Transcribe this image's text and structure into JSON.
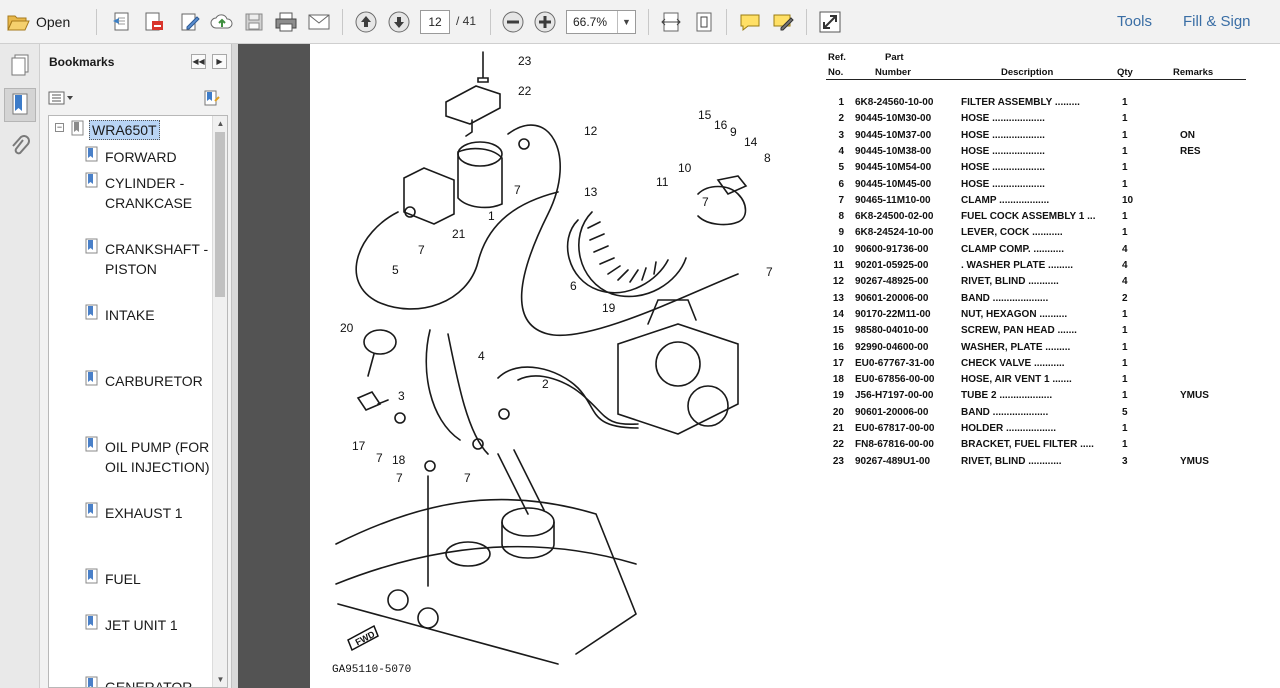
{
  "toolbar": {
    "open_label": "Open",
    "page_current": "12",
    "page_total": "/ 41",
    "zoom": "66.7%",
    "tools_label": "Tools",
    "fill_sign_label": "Fill & Sign",
    "accent_color": "#3a6ea5"
  },
  "bookmarks": {
    "title": "Bookmarks",
    "root": "WRA650T",
    "items": [
      "FORWARD",
      "CYLINDER - CRANKCASE",
      "CRANKSHAFT - PISTON",
      "INTAKE",
      "CARBURETOR",
      "OIL PUMP (FOR OIL INJECTION)",
      "EXHAUST 1",
      "FUEL",
      "JET UNIT 1",
      "GENERATOR"
    ]
  },
  "diagram": {
    "code": "GA95110-5070",
    "fwd_label": "FWD",
    "callouts": [
      "23",
      "22",
      "12",
      "15",
      "16",
      "9",
      "14",
      "8",
      "10",
      "11",
      "13",
      "7",
      "7",
      "7",
      "7",
      "21",
      "5",
      "6",
      "19",
      "20",
      "4",
      "2",
      "3",
      "17",
      "18",
      "7",
      "7",
      "7",
      "1"
    ]
  },
  "parts_table": {
    "headers": {
      "ref_top": "Ref.",
      "ref_bottom": "No.",
      "part_top": "Part",
      "part_bottom": "Number",
      "description": "Description",
      "qty": "Qty",
      "remarks": "Remarks"
    },
    "rows": [
      {
        "ref": "1",
        "number": "6K8-24560-10-00",
        "description": "FILTER ASSEMBLY .........",
        "qty": "1",
        "remarks": ""
      },
      {
        "ref": "2",
        "number": "90445-10M30-00",
        "description": "HOSE ...................",
        "qty": "1",
        "remarks": ""
      },
      {
        "ref": "3",
        "number": "90445-10M37-00",
        "description": "HOSE ...................",
        "qty": "1",
        "remarks": "ON"
      },
      {
        "ref": "4",
        "number": "90445-10M38-00",
        "description": "HOSE ...................",
        "qty": "1",
        "remarks": "RES"
      },
      {
        "ref": "5",
        "number": "90445-10M54-00",
        "description": "HOSE ...................",
        "qty": "1",
        "remarks": ""
      },
      {
        "ref": "6",
        "number": "90445-10M45-00",
        "description": "HOSE ...................",
        "qty": "1",
        "remarks": ""
      },
      {
        "ref": "7",
        "number": "90465-11M10-00",
        "description": "CLAMP ..................",
        "qty": "10",
        "remarks": ""
      },
      {
        "ref": "8",
        "number": "6K8-24500-02-00",
        "description": "FUEL COCK ASSEMBLY 1 ...",
        "qty": "1",
        "remarks": ""
      },
      {
        "ref": "9",
        "number": "6K8-24524-10-00",
        "description": "LEVER, COCK ...........",
        "qty": "1",
        "remarks": ""
      },
      {
        "ref": "10",
        "number": "90600-91736-00",
        "description": "CLAMP COMP. ...........",
        "qty": "4",
        "remarks": ""
      },
      {
        "ref": "11",
        "number": "90201-05925-00",
        "description": ". WASHER PLATE .........",
        "qty": "4",
        "remarks": ""
      },
      {
        "ref": "12",
        "number": "90267-48925-00",
        "description": "RIVET, BLIND ...........",
        "qty": "4",
        "remarks": ""
      },
      {
        "ref": "13",
        "number": "90601-20006-00",
        "description": "BAND ....................",
        "qty": "2",
        "remarks": ""
      },
      {
        "ref": "14",
        "number": "90170-22M11-00",
        "description": "NUT, HEXAGON ..........",
        "qty": "1",
        "remarks": ""
      },
      {
        "ref": "15",
        "number": "98580-04010-00",
        "description": "SCREW, PAN HEAD .......",
        "qty": "1",
        "remarks": ""
      },
      {
        "ref": "16",
        "number": "92990-04600-00",
        "description": "WASHER, PLATE .........",
        "qty": "1",
        "remarks": ""
      },
      {
        "ref": "17",
        "number": "EU0-67767-31-00",
        "description": "CHECK VALVE ...........",
        "qty": "1",
        "remarks": ""
      },
      {
        "ref": "18",
        "number": "EU0-67856-00-00",
        "description": "HOSE, AIR VENT 1 .......",
        "qty": "1",
        "remarks": ""
      },
      {
        "ref": "19",
        "number": "J56-H7197-00-00",
        "description": "TUBE 2 ...................",
        "qty": "1",
        "remarks": "YMUS"
      },
      {
        "ref": "20",
        "number": "90601-20006-00",
        "description": "BAND ....................",
        "qty": "5",
        "remarks": ""
      },
      {
        "ref": "21",
        "number": "EU0-67817-00-00",
        "description": "HOLDER ..................",
        "qty": "1",
        "remarks": ""
      },
      {
        "ref": "22",
        "number": "FN8-67816-00-00",
        "description": "BRACKET, FUEL FILTER .....",
        "qty": "1",
        "remarks": ""
      },
      {
        "ref": "23",
        "number": "90267-489U1-00",
        "description": "RIVET, BLIND ............",
        "qty": "3",
        "remarks": "YMUS"
      }
    ]
  }
}
